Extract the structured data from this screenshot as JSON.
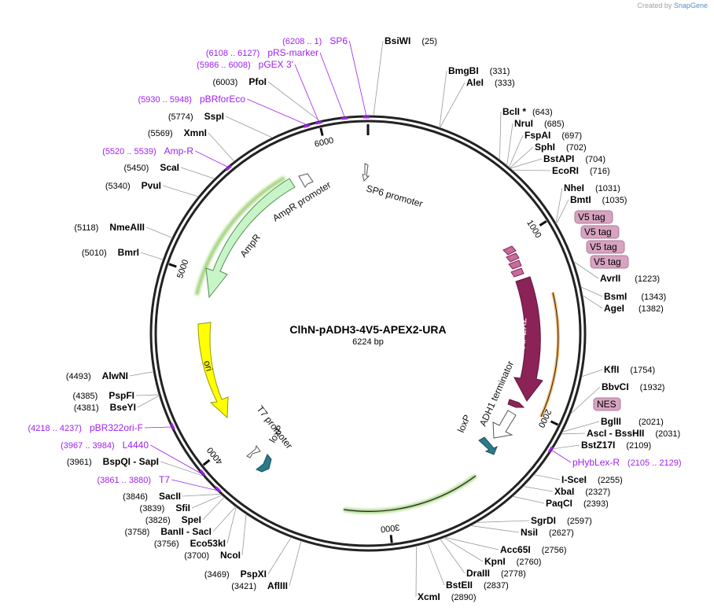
{
  "credit": {
    "prefix": "Created by",
    "brand": "SnapGene"
  },
  "plasmid": {
    "name": "ClhN-pADH3-4V5-APEX2-URA",
    "size_bp": 6224,
    "size_label": "6224 bp"
  },
  "colors": {
    "backbone": "#222222",
    "enzyme": "#111111",
    "primer": "#a020f0",
    "ampr": "#c8f5c8",
    "ori": "#ffff00",
    "apex2": "#8b2358",
    "v5": "#d6a3c0",
    "loxp": "#2a7a8c",
    "highlight_green": "#7ac143",
    "highlight_orange": "#f0a64a"
  },
  "ticks": [
    {
      "bp": 1000,
      "label": "1000"
    },
    {
      "bp": 2000,
      "label": "2000"
    },
    {
      "bp": 3000,
      "label": "3000"
    },
    {
      "bp": 4000,
      "label": "4000"
    },
    {
      "bp": 5000,
      "label": "5000"
    },
    {
      "bp": 6000,
      "label": "6000"
    }
  ],
  "sites": [
    {
      "name": "BsiWI",
      "pos": "(25)",
      "bp": 25,
      "side": "r",
      "text": "BsiWI  (25)"
    },
    {
      "name": "BmgBI",
      "pos": "(331)",
      "bp": 331,
      "side": "r"
    },
    {
      "name": "AleI",
      "pos": "(333)",
      "bp": 333,
      "side": "r"
    },
    {
      "name": "BclI *",
      "pos": "(643)",
      "bp": 643,
      "side": "r"
    },
    {
      "name": "NruI",
      "pos": "(685)",
      "bp": 685,
      "side": "r"
    },
    {
      "name": "FspAI",
      "pos": "(697)",
      "bp": 697,
      "side": "r"
    },
    {
      "name": "SphI",
      "pos": "(702)",
      "bp": 702,
      "side": "r"
    },
    {
      "name": "BstAPI",
      "pos": "(704)",
      "bp": 704,
      "side": "r"
    },
    {
      "name": "EcoRI",
      "pos": "(716)",
      "bp": 716,
      "side": "r"
    },
    {
      "name": "NheI",
      "pos": "(1031)",
      "bp": 1031,
      "side": "r"
    },
    {
      "name": "BmtI",
      "pos": "(1035)",
      "bp": 1035,
      "side": "r"
    },
    {
      "name": "AvrII",
      "pos": "(1223)",
      "bp": 1223,
      "side": "r"
    },
    {
      "name": "BsmI",
      "pos": "(1343)",
      "bp": 1343,
      "side": "r"
    },
    {
      "name": "AgeI",
      "pos": "(1382)",
      "bp": 1382,
      "side": "r"
    },
    {
      "name": "KflI",
      "pos": "(1754)",
      "bp": 1754,
      "side": "r"
    },
    {
      "name": "BbvCI",
      "pos": "(1932)",
      "bp": 1932,
      "side": "r"
    },
    {
      "name": "BglII",
      "pos": "(2021)",
      "bp": 2021,
      "side": "r"
    },
    {
      "name": "AscI - BssHII",
      "pos": "(2031)",
      "bp": 2031,
      "side": "r"
    },
    {
      "name": "BstZ17I",
      "pos": "(2109)",
      "bp": 2109,
      "side": "r"
    },
    {
      "name": "I-SceI",
      "pos": "(2255)",
      "bp": 2255,
      "side": "r"
    },
    {
      "name": "XbaI",
      "pos": "(2327)",
      "bp": 2327,
      "side": "r"
    },
    {
      "name": "PaqCI",
      "pos": "(2393)",
      "bp": 2393,
      "side": "r"
    },
    {
      "name": "SgrDI",
      "pos": "(2597)",
      "bp": 2597,
      "side": "r"
    },
    {
      "name": "NsiI",
      "pos": "(2627)",
      "bp": 2627,
      "side": "r"
    },
    {
      "name": "Acc65I",
      "pos": "(2756)",
      "bp": 2756,
      "side": "r"
    },
    {
      "name": "KpnI",
      "pos": "(2760)",
      "bp": 2760,
      "side": "r"
    },
    {
      "name": "DraIII",
      "pos": "(2778)",
      "bp": 2778,
      "side": "r"
    },
    {
      "name": "BstEII",
      "pos": "(2837)",
      "bp": 2837,
      "side": "r"
    },
    {
      "name": "XcmI",
      "pos": "(2890)",
      "bp": 2890,
      "side": "r"
    },
    {
      "name": "AflIII",
      "pos": "(3421)",
      "bp": 3421,
      "side": "l"
    },
    {
      "name": "PspXI",
      "pos": "(3469)",
      "bp": 3469,
      "side": "l"
    },
    {
      "name": "NcoI",
      "pos": "(3700)",
      "bp": 3700,
      "side": "l"
    },
    {
      "name": "Eco53kI",
      "pos": "(3756)",
      "bp": 3756,
      "side": "l"
    },
    {
      "name": "BanII - SacI",
      "pos": "(3758)",
      "bp": 3758,
      "side": "l"
    },
    {
      "name": "SpeI",
      "pos": "(3826)",
      "bp": 3826,
      "side": "l"
    },
    {
      "name": "SfiI",
      "pos": "(3839)",
      "bp": 3839,
      "side": "l"
    },
    {
      "name": "SacII",
      "pos": "(3846)",
      "bp": 3846,
      "side": "l"
    },
    {
      "name": "BspQI - SapI",
      "pos": "(3961)",
      "bp": 3961,
      "side": "l"
    },
    {
      "name": "BseYI",
      "pos": "(4381)",
      "bp": 4381,
      "side": "l"
    },
    {
      "name": "PspFI",
      "pos": "(4385)",
      "bp": 4385,
      "side": "l"
    },
    {
      "name": "AlwNI",
      "pos": "(4493)",
      "bp": 4493,
      "side": "l"
    },
    {
      "name": "BmrI",
      "pos": "(5010)",
      "bp": 5010,
      "side": "l"
    },
    {
      "name": "NmeAIII",
      "pos": "(5118)",
      "bp": 5118,
      "side": "l"
    },
    {
      "name": "PvuI",
      "pos": "(5340)",
      "bp": 5340,
      "side": "l"
    },
    {
      "name": "ScaI",
      "pos": "(5450)",
      "bp": 5450,
      "side": "l"
    },
    {
      "name": "XmnI",
      "pos": "(5569)",
      "bp": 5569,
      "side": "l"
    },
    {
      "name": "SspI",
      "pos": "(5774)",
      "bp": 5774,
      "side": "l"
    },
    {
      "name": "PfoI",
      "pos": "(6003)",
      "bp": 6003,
      "side": "l"
    }
  ],
  "primers": [
    {
      "name": "SP6",
      "range": "(6208 .. 1)",
      "bp": 6216,
      "side": "l"
    },
    {
      "name": "pRS-marker",
      "range": "(6108 .. 6127)",
      "bp": 6117,
      "side": "l"
    },
    {
      "name": "pGEX 3'",
      "range": "(5986 .. 6008)",
      "bp": 5997,
      "side": "l"
    },
    {
      "name": "pBRforEco",
      "range": "(5930 .. 5948)",
      "bp": 5939,
      "side": "l"
    },
    {
      "name": "Amp-R",
      "range": "(5520 .. 5539)",
      "bp": 5530,
      "side": "l"
    },
    {
      "name": "pBR322ori-F",
      "range": "(4218 .. 4237)",
      "bp": 4228,
      "side": "l"
    },
    {
      "name": "L4440",
      "range": "(3967 .. 3984)",
      "bp": 3975,
      "side": "l"
    },
    {
      "name": "T7",
      "range": "(3861 .. 3880)",
      "bp": 3870,
      "side": "l"
    },
    {
      "name": "pHybLex-R",
      "range": "(2105 .. 2129)",
      "bp": 2117,
      "side": "r"
    }
  ],
  "boxed_features": [
    {
      "label": "V5 tag"
    },
    {
      "label": "V5 tag"
    },
    {
      "label": "V5 tag"
    },
    {
      "label": "V5 tag"
    },
    {
      "label": "NES"
    }
  ],
  "features": [
    {
      "name": "SP6 promoter",
      "start": 6195,
      "end": 6215
    },
    {
      "name": "AmpR promoter",
      "start": 5884,
      "end": 5990
    },
    {
      "name": "AmpR",
      "start": 5023,
      "end": 5883
    },
    {
      "name": "ori",
      "start": 4281,
      "end": 4869
    },
    {
      "name": "T7 promoter",
      "start": 3862,
      "end": 3880
    },
    {
      "name": "loxP",
      "start": 3776,
      "end": 3809
    },
    {
      "name": "V5 tag",
      "start": 1150,
      "end": 1191
    },
    {
      "name": "APEX2",
      "start": 1256,
      "end": 1996
    },
    {
      "name": "NES",
      "start": 1997,
      "end": 2027
    },
    {
      "name": "ADH1 terminator",
      "start": 2030,
      "end": 2217
    },
    {
      "name": "loxP",
      "start": 2270,
      "end": 2303
    }
  ]
}
